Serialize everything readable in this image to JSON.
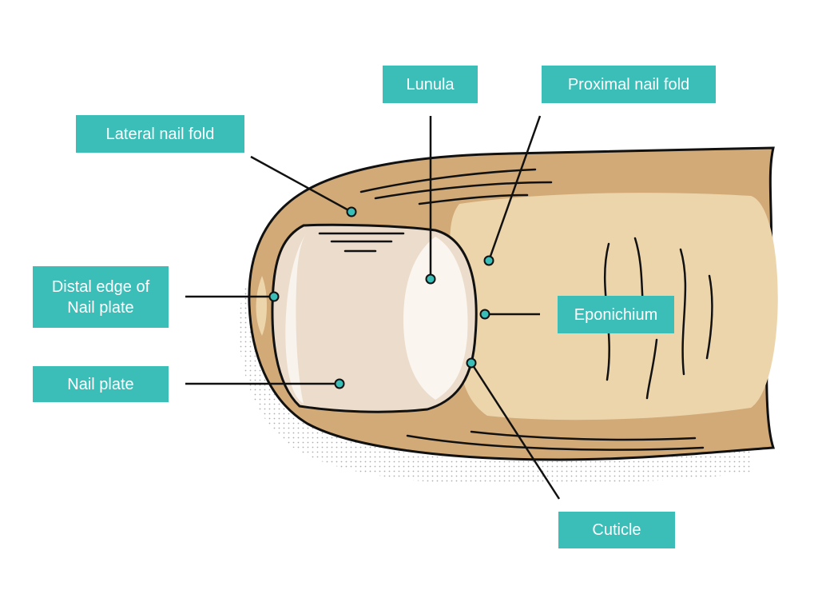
{
  "labels": {
    "lunula": "Lunula",
    "proximal_nail_fold": "Proximal nail fold",
    "lateral_nail_fold": "Lateral nail fold",
    "distal_edge_line1": "Distal edge of",
    "distal_edge_line2": "Nail plate",
    "nail_plate": "Nail plate",
    "eponichium": "Eponichium",
    "cuticle": "Cuticle"
  },
  "colors": {
    "label_bg": "#3bbdb8",
    "label_text": "#ffffff",
    "skin_outer": "#d1aa78",
    "skin_inner": "#edd5ab",
    "nail": "#ecdccb",
    "lunula": "#faf5ef",
    "outline": "#111111",
    "marker": "#3bbdb8"
  }
}
